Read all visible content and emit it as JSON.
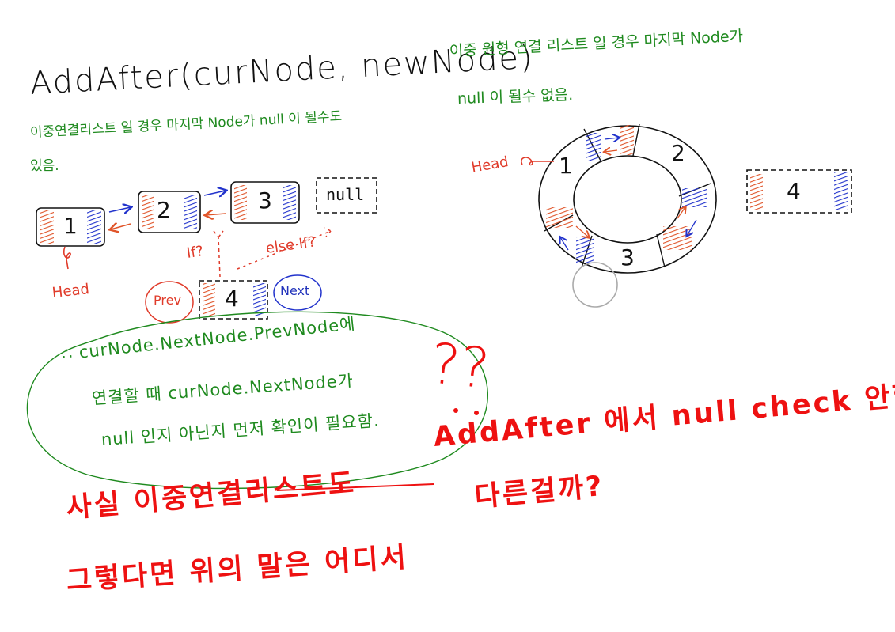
{
  "colors": {
    "ink": "#111111",
    "green": "#1f8a1f",
    "red": "#ee1111",
    "next_blue": "#2233cc",
    "prev_orange": "#e0552a"
  },
  "title": "AddAfter(curNode, newNode)",
  "notes": {
    "left_green_line1": "이중연결리스트 일 경우 마지막 Node가 null 이 될수도",
    "left_green_line2": "있음.",
    "right_green_line1": "이중 원형 연결 리스트 일 경우 마지막 Node가",
    "right_green_line2": "null 이 될수 없음."
  },
  "linear_list": {
    "nodes": [
      "1",
      "2",
      "3"
    ],
    "null_label": "null",
    "new_node": "4",
    "head_label": "Head",
    "if_label": "If?",
    "else_if_label": "else If?",
    "prev_label": "Prev",
    "next_label": "Next"
  },
  "circular_list": {
    "nodes": [
      "1",
      "2",
      "3"
    ],
    "head_label": "Head",
    "new_node": "4"
  },
  "bubble": {
    "line1": "∴ curNode.NextNode.PrevNode에",
    "line2": "연결할 때  curNode.NextNode가",
    "line3": "null 인지 아닌지 먼저 확인이 필요함."
  },
  "question_marks": "??",
  "bottom": {
    "line1": "AddAfter 에서  null check 안함.",
    "line2": "사실 이중연결리스트도                             다른걸까?",
    "line2_prefix": "사실 이중연결리스트도",
    "line2_suffix": "다른걸까?",
    "line3": "그렇다면 위의 말은 어디서"
  }
}
